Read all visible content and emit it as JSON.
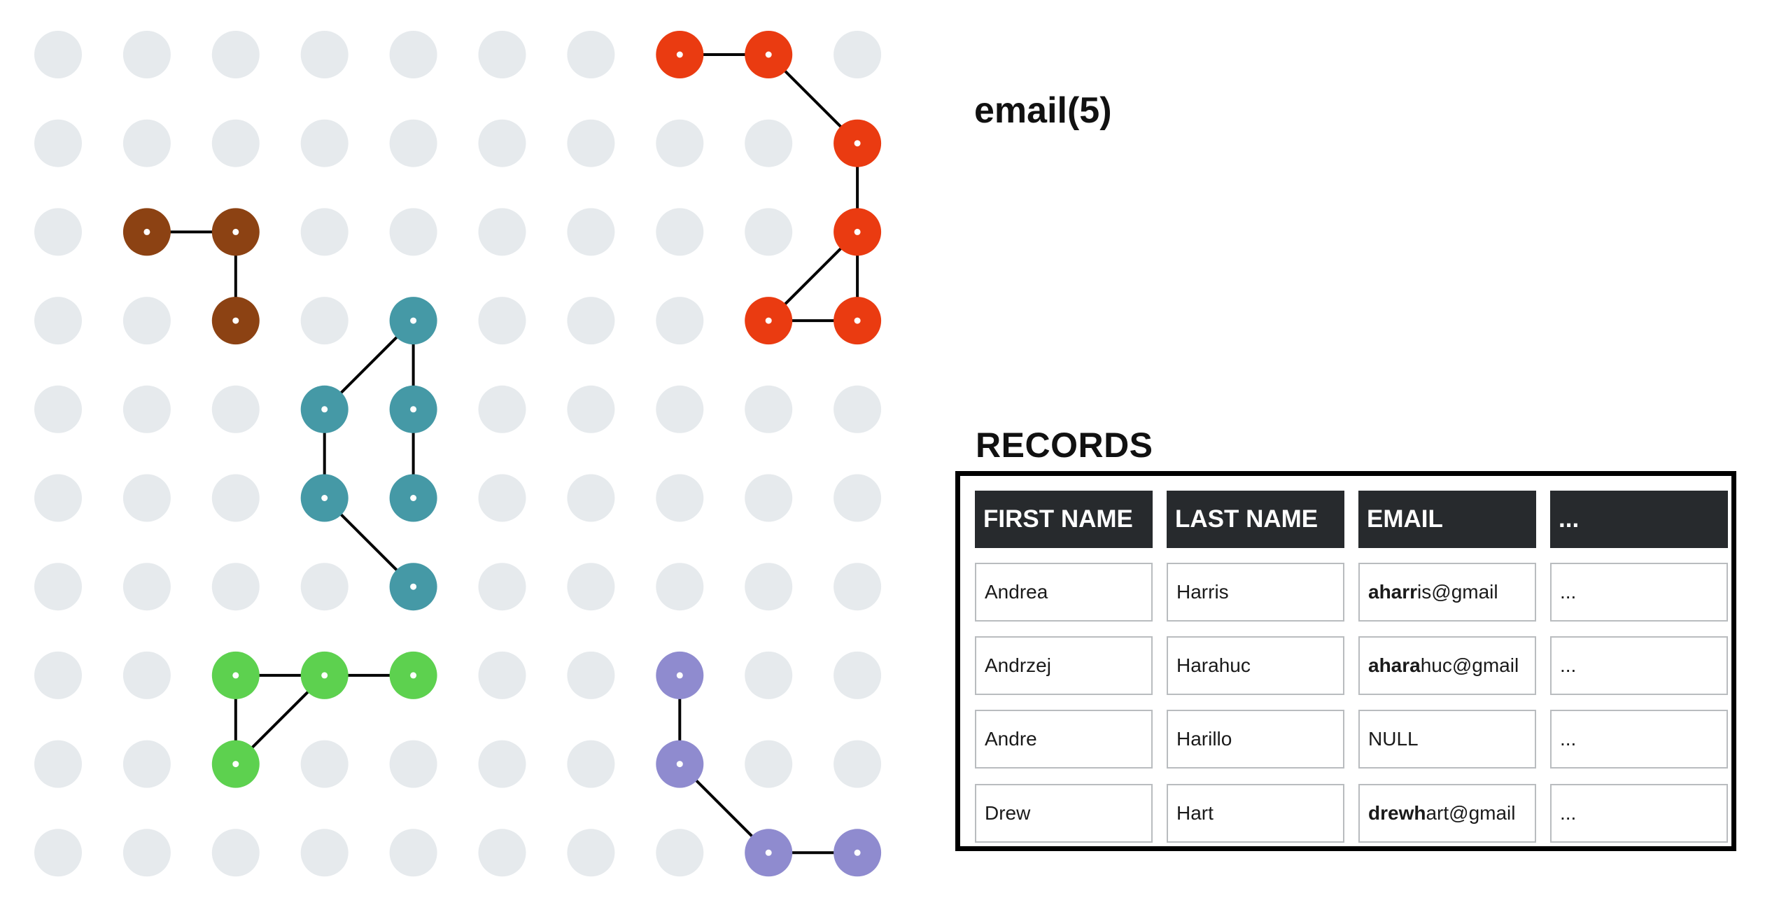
{
  "blocking_key": "email(5)",
  "records_title": "RECORDS",
  "records": {
    "columns": [
      "FIRST NAME",
      "LAST NAME",
      "EMAIL",
      "..."
    ],
    "rows": [
      {
        "first": "Andrea",
        "last": "Harris",
        "email_key": "aharr",
        "email_rest": "is@gmail",
        "more": "..."
      },
      {
        "first": "Andrzej",
        "last": "Harahuc",
        "email_key": "ahara",
        "email_rest": "huc@gmail",
        "more": "..."
      },
      {
        "first": "Andre",
        "last": "Harillo",
        "email_key": "",
        "email_rest": "NULL",
        "more": "..."
      },
      {
        "first": "Drew",
        "last": "Hart",
        "email_key": "drewh",
        "email_rest": "art@gmail",
        "more": "..."
      }
    ]
  },
  "graph": {
    "grid_cols": 10,
    "grid_rows": 10,
    "empty_node_color": "#e6eaed",
    "edge_color": "#000000",
    "clusters": [
      {
        "name": "red",
        "color": "#ea3b11",
        "nodes": [
          [
            7,
            0
          ],
          [
            8,
            0
          ],
          [
            9,
            1
          ],
          [
            9,
            2
          ],
          [
            8,
            3
          ],
          [
            9,
            3
          ]
        ],
        "edges": [
          [
            0,
            1
          ],
          [
            1,
            2
          ],
          [
            2,
            3
          ],
          [
            3,
            5
          ],
          [
            3,
            4
          ],
          [
            4,
            5
          ]
        ]
      },
      {
        "name": "brown",
        "color": "#8c4213",
        "nodes": [
          [
            1,
            2
          ],
          [
            2,
            2
          ],
          [
            2,
            3
          ]
        ],
        "edges": [
          [
            0,
            1
          ],
          [
            1,
            2
          ]
        ]
      },
      {
        "name": "teal",
        "color": "#4599a6",
        "nodes": [
          [
            4,
            3
          ],
          [
            3,
            4
          ],
          [
            4,
            4
          ],
          [
            3,
            5
          ],
          [
            4,
            5
          ],
          [
            4,
            6
          ]
        ],
        "edges": [
          [
            0,
            1
          ],
          [
            0,
            2
          ],
          [
            1,
            3
          ],
          [
            2,
            4
          ],
          [
            3,
            5
          ]
        ]
      },
      {
        "name": "green",
        "color": "#5dd14f",
        "nodes": [
          [
            2,
            7
          ],
          [
            3,
            7
          ],
          [
            4,
            7
          ],
          [
            2,
            8
          ]
        ],
        "edges": [
          [
            0,
            1
          ],
          [
            1,
            2
          ],
          [
            0,
            3
          ],
          [
            1,
            3
          ]
        ]
      },
      {
        "name": "purple",
        "color": "#8f8bcf",
        "nodes": [
          [
            7,
            7
          ],
          [
            7,
            8
          ],
          [
            8,
            9
          ],
          [
            9,
            9
          ]
        ],
        "edges": [
          [
            0,
            1
          ],
          [
            1,
            2
          ],
          [
            2,
            3
          ]
        ]
      }
    ]
  }
}
